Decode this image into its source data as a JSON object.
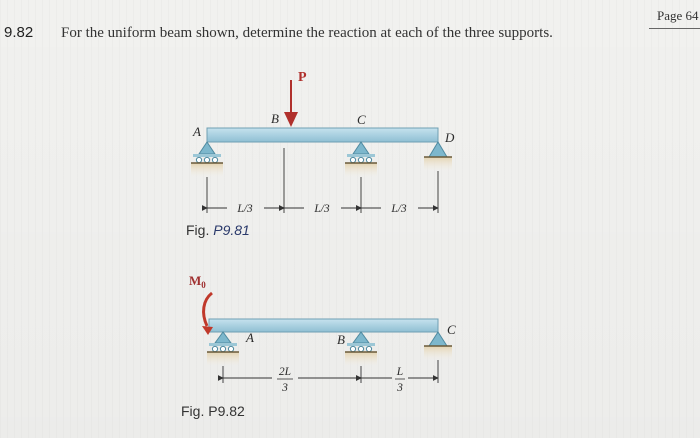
{
  "page": {
    "label": "Page 64"
  },
  "problem": {
    "number": "9.82",
    "text": "For the uniform beam shown, determine the reaction at each of the three supports."
  },
  "fig1": {
    "caption_prefix": "Fig. ",
    "caption_number": "P9.81",
    "labels": {
      "a": "A",
      "b": "B",
      "c": "C",
      "d": "D",
      "p": "P"
    },
    "dims": [
      "L/3",
      "L/3",
      "L/3"
    ]
  },
  "fig2": {
    "caption_prefix": "Fig. ",
    "caption_number": "P9.82",
    "labels": {
      "moment": "M",
      "moment_sub": "0",
      "a": "A",
      "b": "B",
      "c": "C"
    },
    "dims": [
      {
        "num": "2L",
        "den": "3"
      },
      {
        "num": "L",
        "den": "3"
      }
    ]
  },
  "colors": {
    "beam_fill": "#a9cfe0",
    "beam_stroke": "#6f9fb3",
    "support_fill": "#7db7cc",
    "load_red": "#b0302c",
    "moment_red": "#c0392b",
    "ground": "#d9c7a3",
    "caption_blue": "#2b3a6b"
  }
}
